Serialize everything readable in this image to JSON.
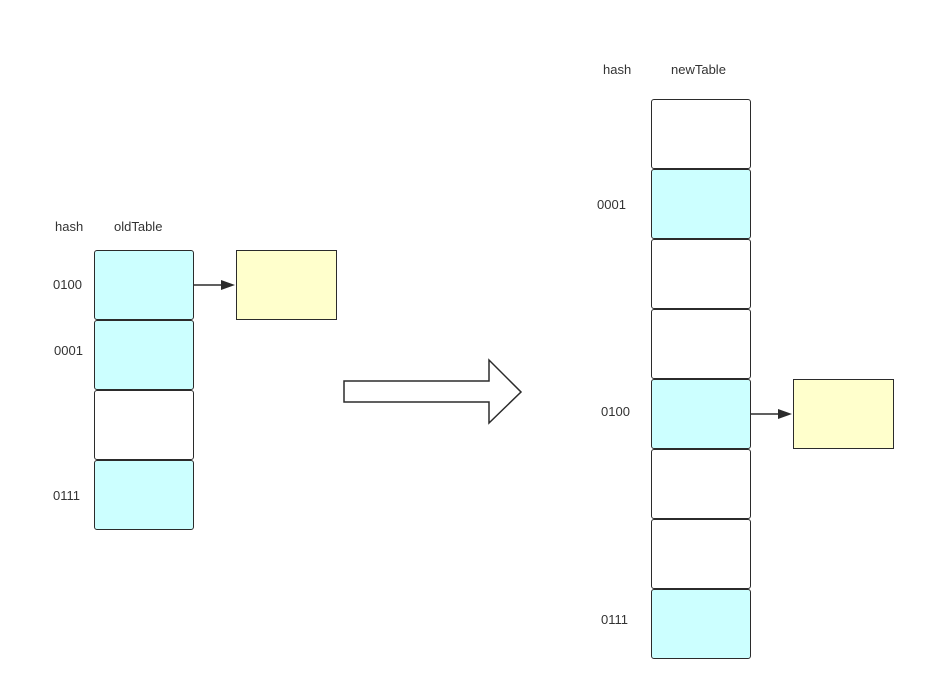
{
  "old_table": {
    "hash_header": "hash",
    "table_header": "oldTable",
    "hash_labels": [
      "0100",
      "0001",
      "0111"
    ]
  },
  "new_table": {
    "hash_header": "hash",
    "table_header": "newTable",
    "hash_labels": [
      "0001",
      "0100",
      "0111"
    ]
  },
  "colors": {
    "filled_slot": "#ccffff",
    "empty_slot": "#ffffff",
    "entry_node": "#ffffcc",
    "stroke": "#2b2b2b"
  }
}
